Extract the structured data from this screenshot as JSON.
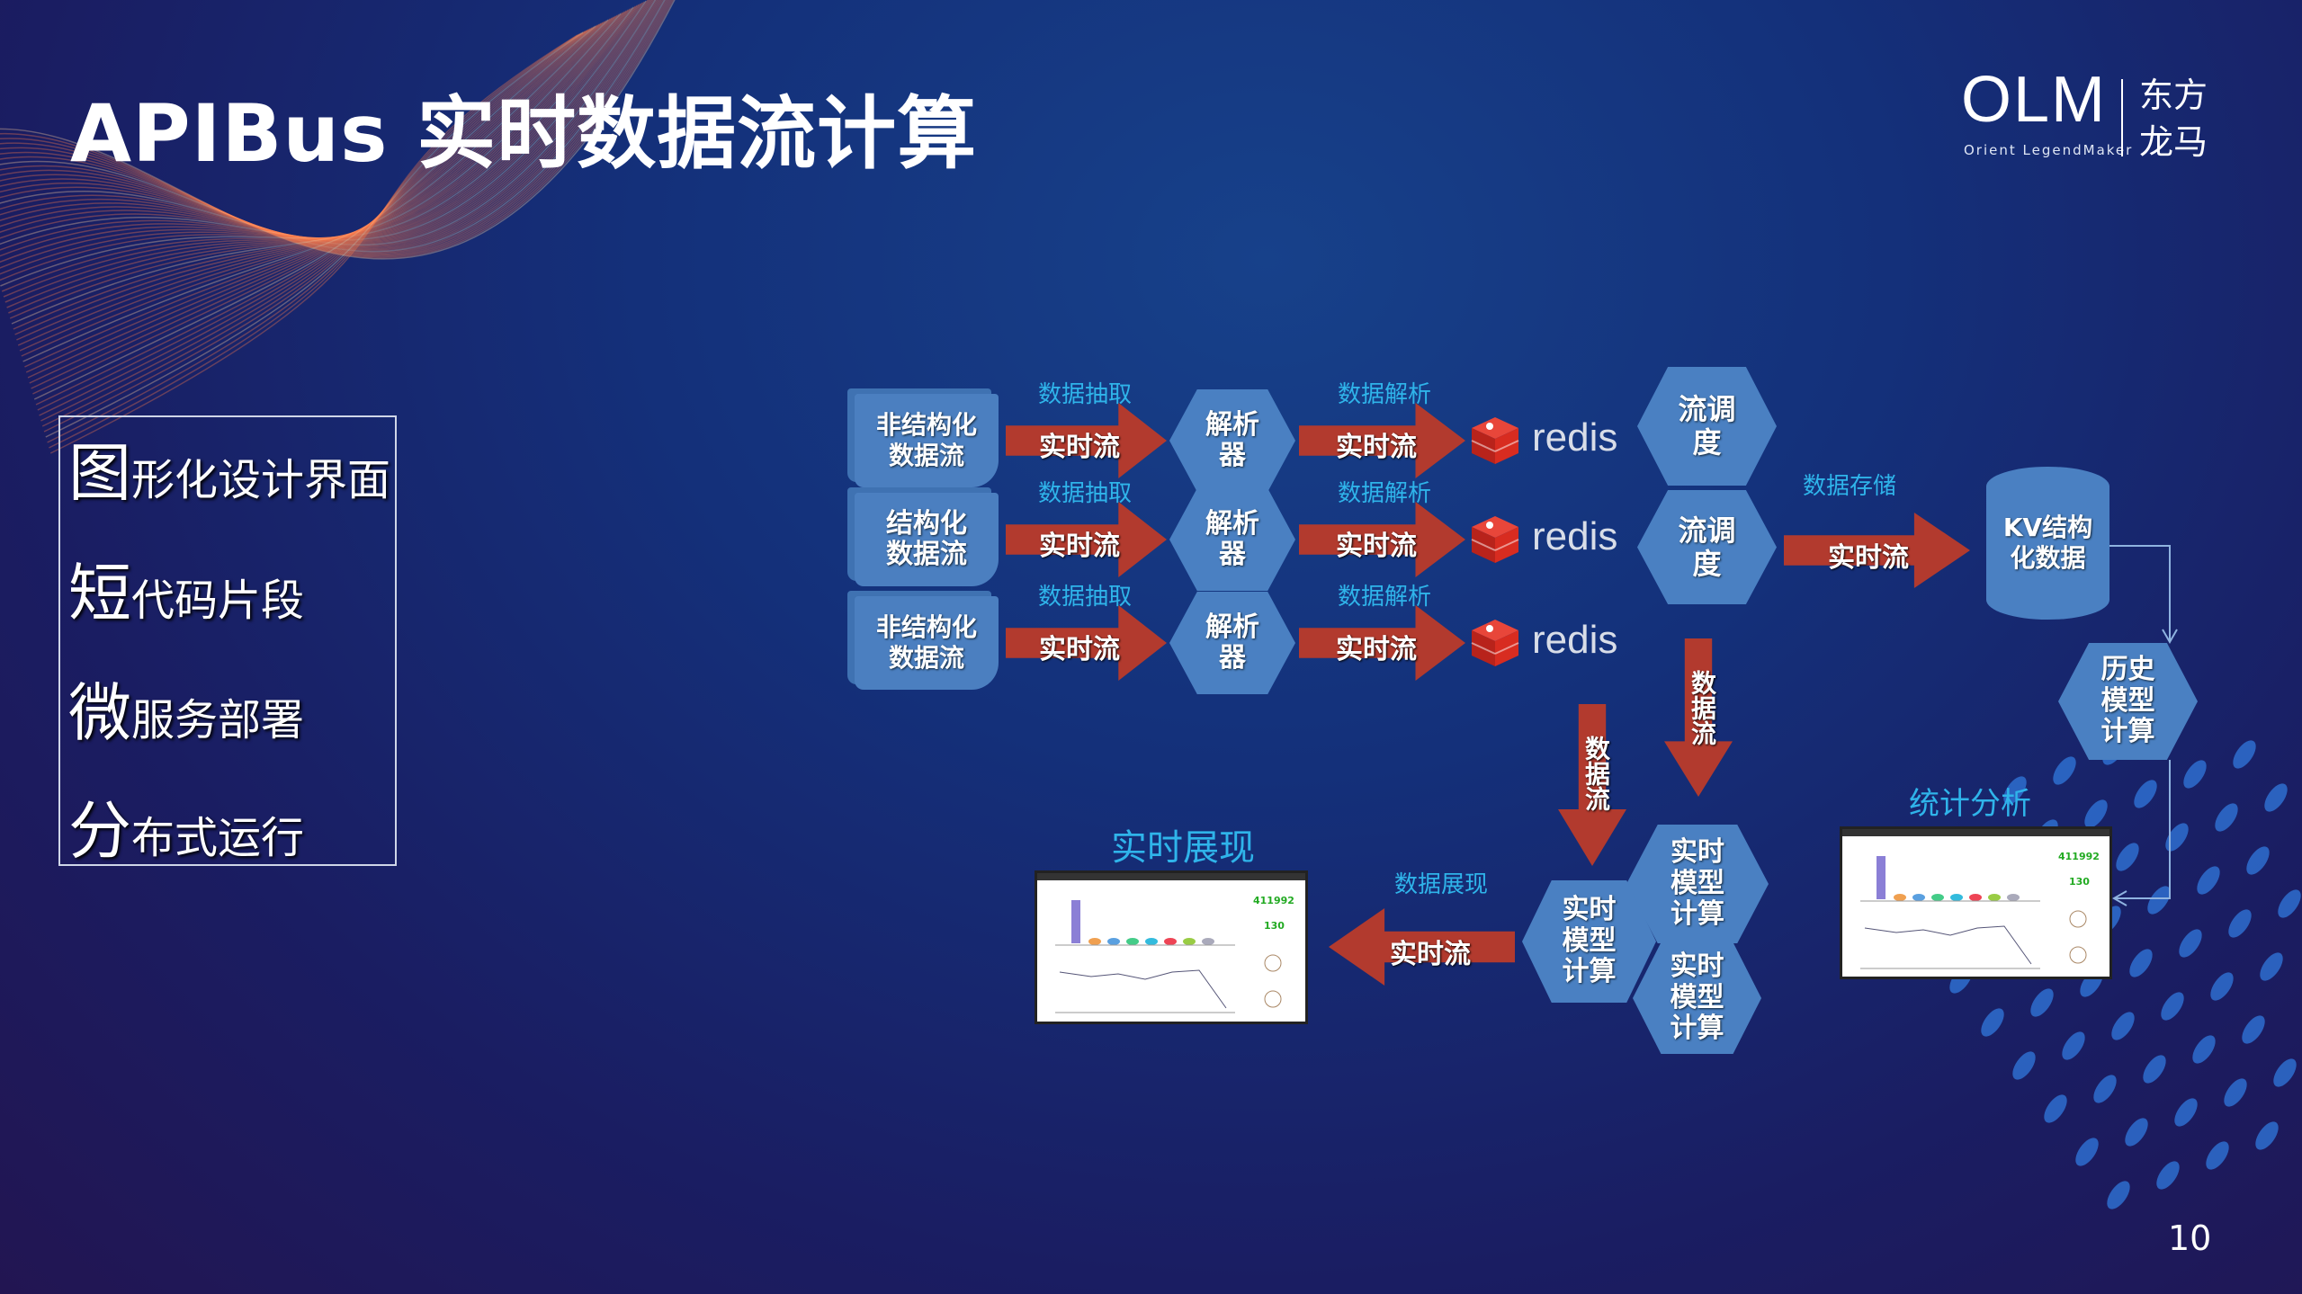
{
  "title": "APIBus 实时数据流计算",
  "logo": {
    "brand": "OLM",
    "tagline": "Orient LegendMaker",
    "cn_line1": "东方",
    "cn_line2": "龙马"
  },
  "features": [
    {
      "big": "图",
      "rest": "形化设计界面"
    },
    {
      "big": "短",
      "rest": "代码片段"
    },
    {
      "big": "微",
      "rest": "服务部署"
    },
    {
      "big": "分",
      "rest": "布式运行"
    }
  ],
  "diagram": {
    "rows": [
      {
        "source": "非结构化数据流",
        "extract_label": "数据抽取",
        "arrow1": "实时流",
        "parser": "解析器",
        "parse_label": "数据解析",
        "arrow2": "实时流",
        "store": "redis"
      },
      {
        "source": "结构化数据流",
        "extract_label": "数据抽取",
        "arrow1": "实时流",
        "parser": "解析器",
        "parse_label": "数据解析",
        "arrow2": "实时流",
        "store": "redis"
      },
      {
        "source": "非结构化数据流",
        "extract_label": "数据抽取",
        "arrow1": "实时流",
        "parser": "解析器",
        "parse_label": "数据解析",
        "arrow2": "实时流",
        "store": "redis"
      }
    ],
    "scheduler": [
      "流调度",
      "流调度"
    ],
    "storage_label": "数据存储",
    "storage_arrow": "实时流",
    "kv_store": "KV结构化数据",
    "history_model": "历史模型计算",
    "stats_label": "统计分析",
    "down_arrows": [
      "数据流",
      "数据流"
    ],
    "realtime_models": [
      "实时模型计算",
      "实时模型计算",
      "实时模型计算"
    ],
    "display_label": "数据展现",
    "display_arrow": "实时流",
    "realtime_display_label": "实时展现",
    "dashboard_values": [
      "411992",
      "130"
    ]
  },
  "page_number": "10",
  "colors": {
    "hex": "#4a80c2",
    "arrow": "#b23a2e",
    "label": "#2fb4ea",
    "redis": "#d82c20"
  }
}
